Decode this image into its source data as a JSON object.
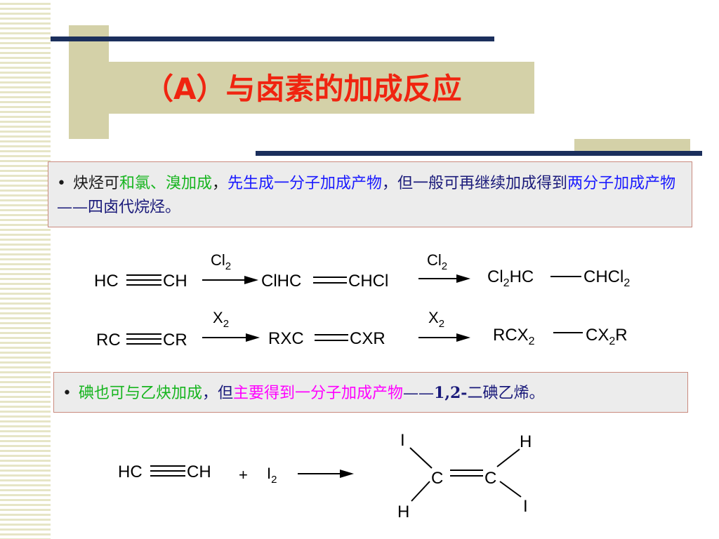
{
  "title": "（A）与卤素的加成反应",
  "box1": {
    "seg1": "炔烃可",
    "seg2": "和氯、溴加成",
    "seg3": "，",
    "seg4": "先生成一分子加成产物",
    "seg5": "，但一般可再继续加成得到",
    "seg6": "两分子加成产物",
    "seg7": "——四卤代烷烃。"
  },
  "box2": {
    "seg1": "碘也可与乙炔加成",
    "seg2": "，但",
    "seg3": "主要得到一分子加成产物",
    "seg4": "——",
    "seg5": "1,2-",
    "seg6": "二碘乙烯。"
  },
  "reaction1": {
    "reactant_left": "HC",
    "reactant_right": "CH",
    "reagent1": "Cl",
    "reagent1_sub": "2",
    "mid_left": "ClHC",
    "mid_right": "CHCl",
    "reagent2": "Cl",
    "reagent2_sub": "2",
    "prod_left": "Cl",
    "prod_left_sub": "2",
    "prod_left_tail": "HC",
    "prod_right": "CHCl",
    "prod_right_sub": "2"
  },
  "reaction2": {
    "reactant_left": "RC",
    "reactant_right": "CR",
    "reagent1": "X",
    "reagent1_sub": "2",
    "mid_left": "RXC",
    "mid_right": "CXR",
    "reagent2": "X",
    "reagent2_sub": "2",
    "prod_left": "RCX",
    "prod_left_sub": "2",
    "prod_right": "CX",
    "prod_right_sub": "2",
    "prod_right_tail": "R"
  },
  "reaction3": {
    "reactant_left": "HC",
    "reactant_right": "CH",
    "plus": "+",
    "reagent": "I",
    "reagent_sub": "2",
    "atom_c1": "C",
    "atom_c2": "C",
    "atom_i_top": "I",
    "atom_h_top": "H",
    "atom_h_bottom": "H",
    "atom_i_bottom": "I"
  },
  "colors": {
    "title": "#f02410",
    "rule": "#1b2f5c",
    "tan": "#d4d1a8",
    "green": "#17b51f",
    "blue": "#1a1aff",
    "navy": "#1a1a7a",
    "magenta": "#ff00ff"
  }
}
